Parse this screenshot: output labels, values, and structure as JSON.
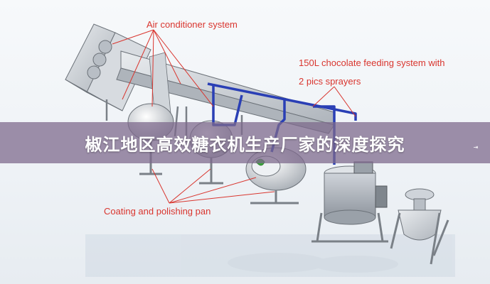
{
  "labels": {
    "air_conditioner": "Air conditioner system",
    "feeding_line1": "150L chocolate feeding system with",
    "feeding_line2": "2 pics sprayers",
    "coating_pan": "Coating and polishing pan"
  },
  "banner": {
    "title": "椒江地区高效糖衣机生产厂家的深度探究"
  },
  "colors": {
    "label_red": "#d9352e",
    "pipe_blue": "#2a3fb5",
    "banner_bg": "#7d698c",
    "machine_gray": "#c9ced4",
    "accent_green": "#3aa63a"
  },
  "icons": {
    "side_tab": "double-chevron-icon"
  }
}
